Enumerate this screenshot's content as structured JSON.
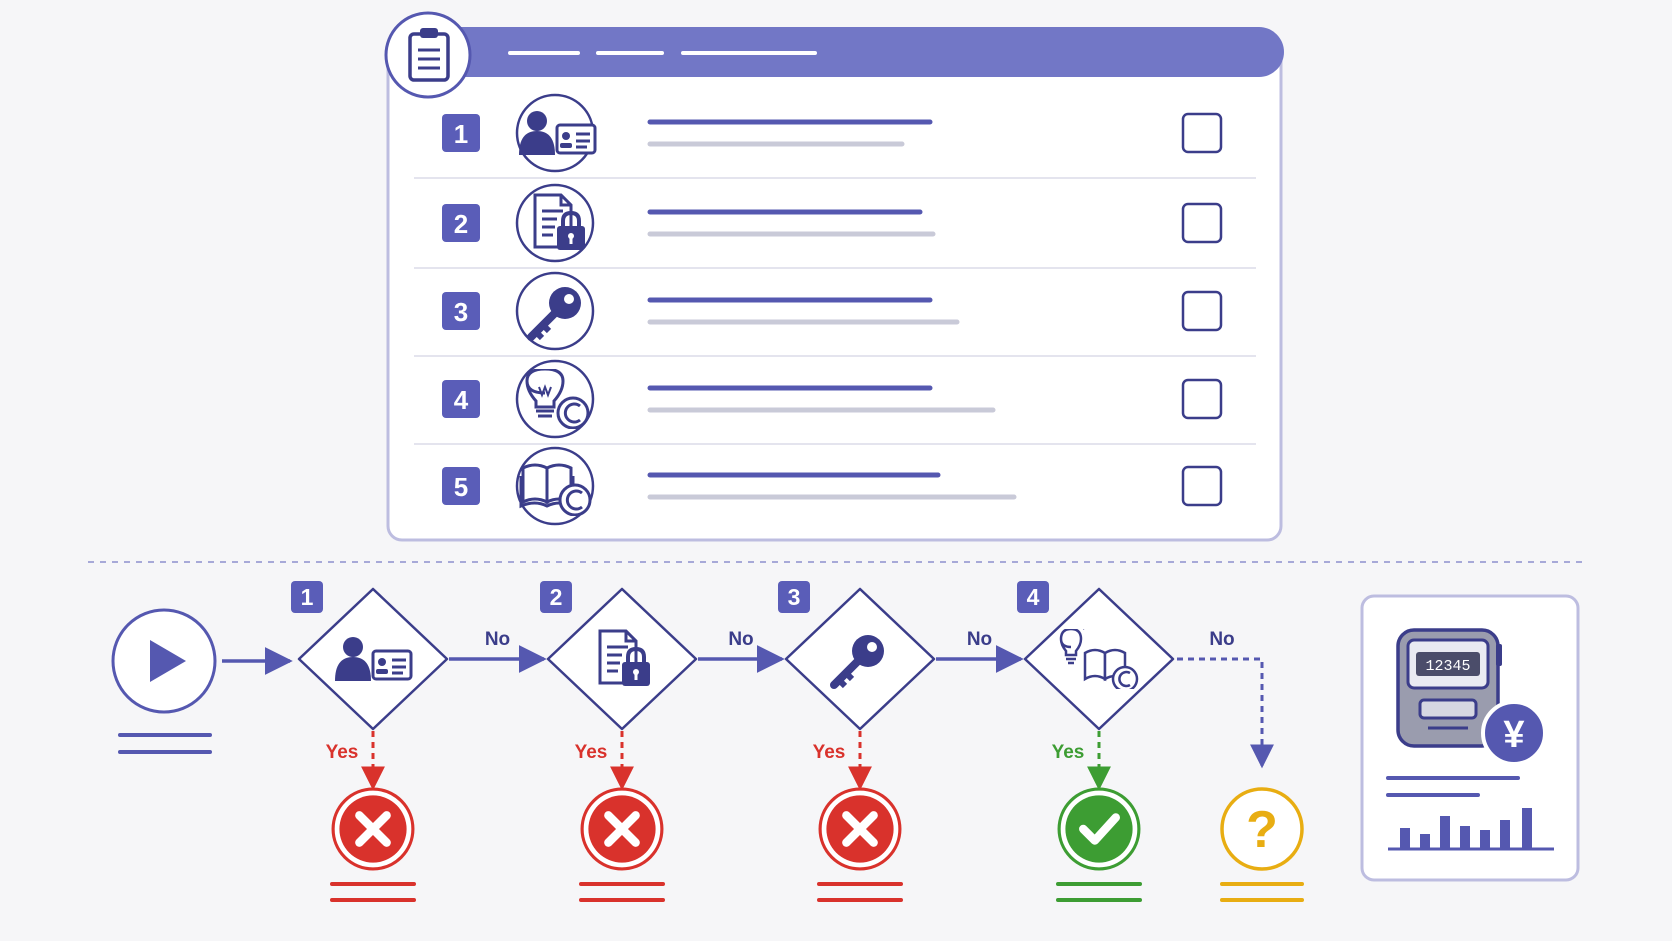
{
  "checklist": {
    "items": [
      {
        "number": "1",
        "icon": "id-card-icon",
        "checked": false
      },
      {
        "number": "2",
        "icon": "locked-document-icon",
        "checked": false
      },
      {
        "number": "3",
        "icon": "key-icon",
        "checked": false
      },
      {
        "number": "4",
        "icon": "lightbulb-copyright-icon",
        "checked": false
      },
      {
        "number": "5",
        "icon": "book-copyright-icon",
        "checked": false
      }
    ]
  },
  "flow": {
    "start_icon": "play-icon",
    "steps": [
      {
        "number": "1",
        "icon": "id-card-icon",
        "no_label": "No",
        "yes_label": "Yes",
        "outcome": "reject-icon"
      },
      {
        "number": "2",
        "icon": "locked-document-icon",
        "no_label": "No",
        "yes_label": "Yes",
        "outcome": "reject-icon"
      },
      {
        "number": "3",
        "icon": "key-icon",
        "no_label": "No",
        "yes_label": "Yes",
        "outcome": "reject-icon"
      },
      {
        "number": "4",
        "icon": "lightbulb-book-copyright-icon",
        "no_label": "No",
        "yes_label": "Yes",
        "outcome": "approve-icon"
      }
    ],
    "final_outcome": "question-icon",
    "result_card": {
      "meter_reading": "12345",
      "currency_symbol": "¥",
      "icons": [
        "meter-icon",
        "yen-coin-icon",
        "bar-chart-icon"
      ]
    }
  },
  "colors": {
    "primary": "#5558b0",
    "header": "#7277c6",
    "reject": "#d9322c",
    "approve": "#3d9d33",
    "unknown": "#e8ad12",
    "border": "#bdbde0"
  }
}
